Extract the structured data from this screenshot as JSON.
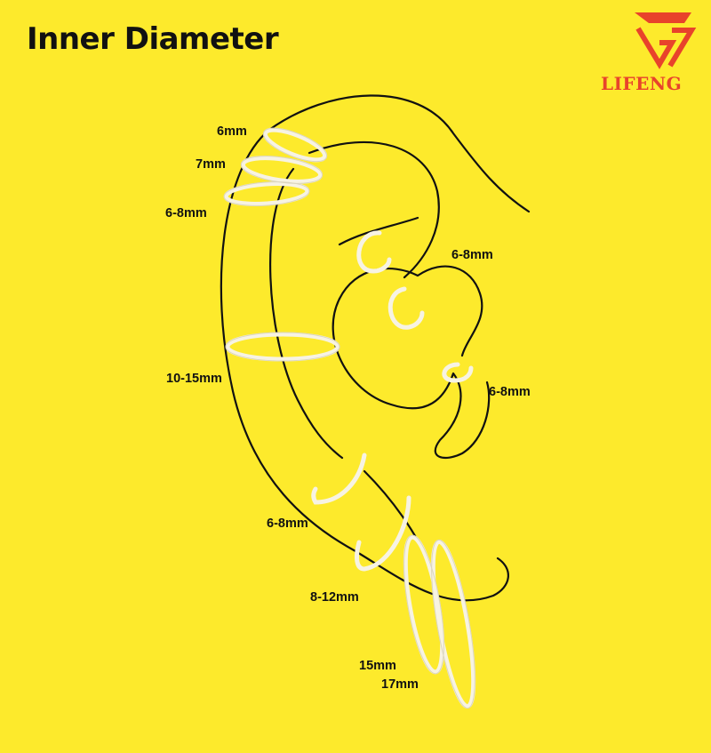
{
  "title": "Inner Diameter",
  "brand": {
    "name": "LIFENG",
    "color": "#E8432B",
    "logo_icon": "lifeng-logo"
  },
  "colors": {
    "background": "#FDEA2C",
    "ear_outline": "#111111",
    "hoop_fill": "#F7F3E3"
  },
  "labels": {
    "helix_top": "6mm",
    "helix_mid": "7mm",
    "helix_low": "6-8mm",
    "rook": "6-8mm",
    "outer_conch": "10-15mm",
    "tragus": "6-8mm",
    "lobe_upper": "6-8mm",
    "lobe_mid": "8-12mm",
    "lobe_hoop_small": "15mm",
    "lobe_hoop_large": "17mm"
  }
}
